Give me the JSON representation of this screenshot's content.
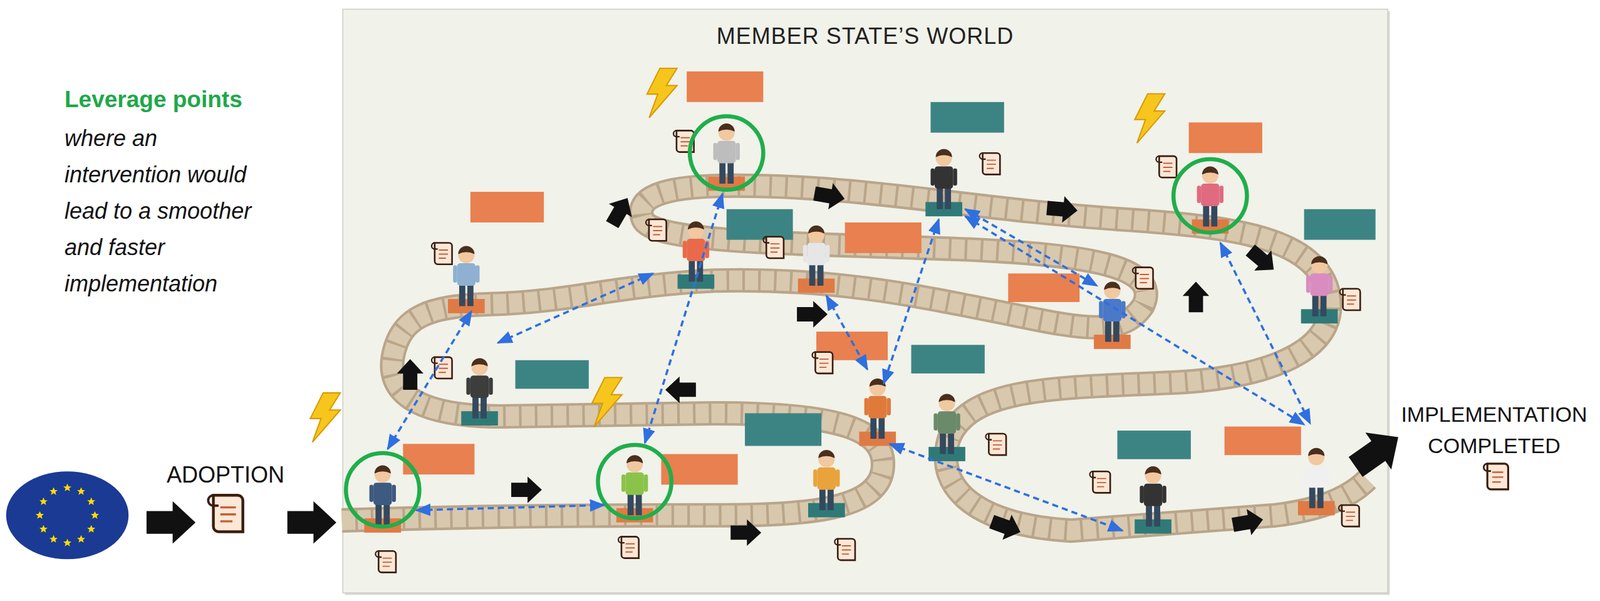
{
  "diagram": {
    "nodes": [
      {
        "text": [
          "MEMBER STATE’S WORLD"
        ]
      }
    ],
    "labels": [
      "Leverage points",
      "where an intervention would lead to a smoother and faster implementation",
      "ADOPTION",
      "IMPLEMENTATION COMPLETED"
    ]
  }
}
